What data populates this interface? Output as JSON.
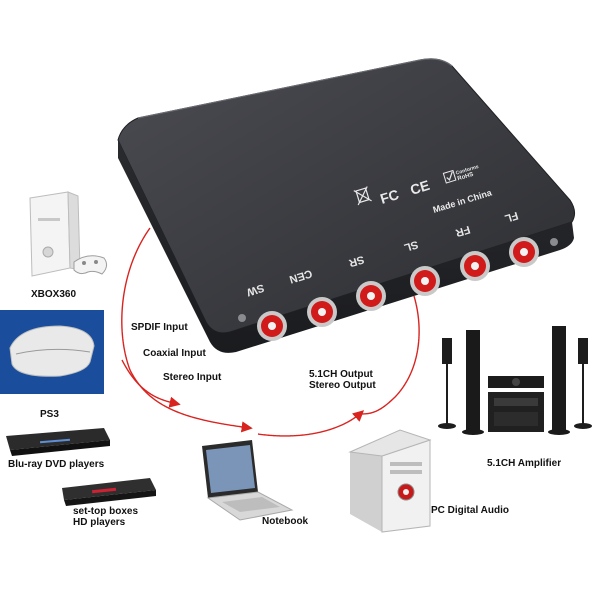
{
  "device": {
    "ports": [
      "SW",
      "CEN",
      "SR",
      "SL",
      "FR",
      "FL"
    ],
    "cert_fc": "FC",
    "cert_ce": "CE",
    "cert_rohs_top": "Conforms",
    "cert_rohs_bottom": "RoHS",
    "made_in": "Made in China"
  },
  "labels": {
    "xbox": "XBOX360",
    "ps3": "PS3",
    "bluray": "Blu-ray DVD players",
    "settop_line1": "set-top boxes",
    "settop_line2": "HD players",
    "notebook": "Notebook",
    "pc_audio": "PC Digital Audio",
    "amplifier": "5.1CH  Amplifier"
  },
  "inputs": {
    "spdif": "SPDIF Input",
    "coaxial": "Coaxial Input",
    "stereo": "Stereo Input"
  },
  "outputs": {
    "line1": "5.1CH Output",
    "line2": "Stereo Output"
  },
  "colors": {
    "device_body": "#3a3b40",
    "arrow": "#d8231f",
    "rca_red": "#d11a1a"
  }
}
